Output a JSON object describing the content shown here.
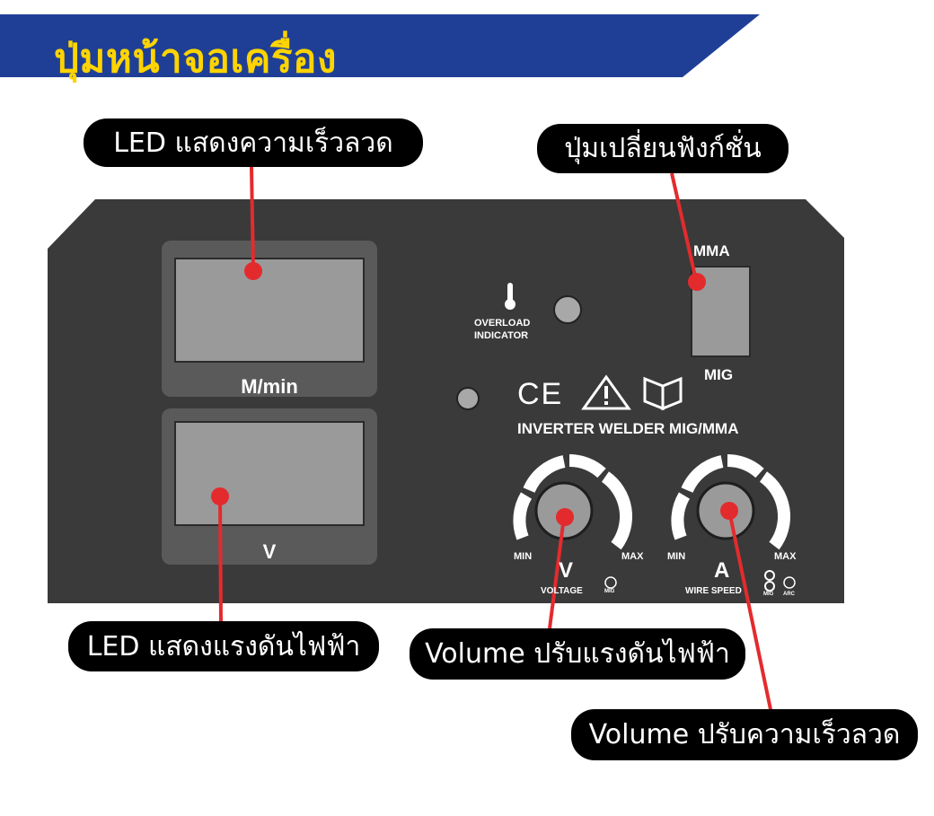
{
  "header": {
    "title": "ปุ่มหน้าจอเครื่อง"
  },
  "colors": {
    "banner_blue": "#1f3f97",
    "banner_yellow": "#ffd400",
    "panel": "#3a3a3a",
    "pointer_red": "#e32b2e"
  },
  "panel": {
    "display_top_unit": "M/min",
    "display_bottom_unit": "V",
    "overload_label": "OVERLOAD",
    "overload_label2": "INDICATOR",
    "switch_top": "MMA",
    "switch_bottom": "MIG",
    "ce_mark": "CE",
    "product_name": "INVERTER WELDER MIG/MMA",
    "knob_left": {
      "min": "MIN",
      "max": "MAX",
      "symbol": "V",
      "label": "VOLTAGE",
      "mode": "MIG"
    },
    "knob_right": {
      "min": "MIN",
      "max": "MAX",
      "symbol": "A",
      "label": "WIRE SPEED",
      "mode1": "MIG",
      "mode2": "ARC"
    }
  },
  "callouts": {
    "wire_speed_led": "LED แสดงความเร็วลวด",
    "function_button": "ปุ่มเปลี่ยนฟังก์ชั่น",
    "voltage_led": "LED แสดงแรงดันไฟฟ้า",
    "voltage_volume": "Volume ปรับแรงดันไฟฟ้า",
    "wire_speed_volume": "Volume ปรับความเร็วลวด"
  }
}
